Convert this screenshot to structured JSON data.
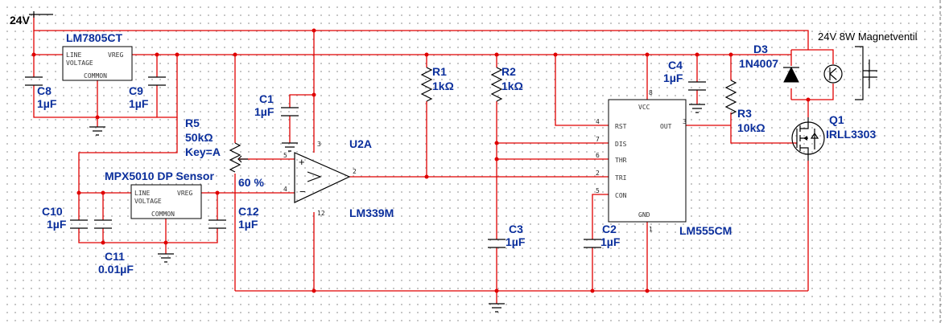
{
  "supply": {
    "label": "24V"
  },
  "load": {
    "label": "24V 8W Magnetventil"
  },
  "regulator_main": {
    "ref": "LM7805CT",
    "pin_line": "LINE",
    "pin_vreg": "VREG",
    "pin_voltage": "VOLTAGE",
    "pin_common": "COMMON"
  },
  "sensor": {
    "ref": "MPX5010 DP Sensor",
    "pin_line": "LINE",
    "pin_vreg": "VREG",
    "pin_voltage": "VOLTAGE",
    "pin_common": "COMMON"
  },
  "comparator": {
    "ref": "U2A",
    "part": "LM339M",
    "pin_vcc": "3",
    "pin_plus": "5",
    "pin_minus": "4",
    "pin_out": "2",
    "pin_gnd": "12"
  },
  "timer": {
    "part": "LM555CM",
    "pins": {
      "vcc": "8",
      "rst": "4",
      "dis": "7",
      "thr": "6",
      "tri": "2",
      "con": "5",
      "out": "3",
      "gnd": "1"
    },
    "labels": {
      "vcc": "VCC",
      "rst": "RST",
      "dis": "DIS",
      "thr": "THR",
      "tri": "TRI",
      "con": "CON",
      "out": "OUT",
      "gnd": "GND"
    }
  },
  "potentiometer": {
    "ref": "R5",
    "value": "50kΩ",
    "key": "Key=A",
    "setting": "60 %"
  },
  "capacitors": {
    "c1": {
      "ref": "C1",
      "value": "1µF"
    },
    "c2": {
      "ref": "C2",
      "value": "1µF"
    },
    "c3": {
      "ref": "C3",
      "value": "1µF"
    },
    "c4": {
      "ref": "C4",
      "value": "1µF"
    },
    "c8": {
      "ref": "C8",
      "value": "1µF"
    },
    "c9": {
      "ref": "C9",
      "value": "1µF"
    },
    "c10": {
      "ref": "C10",
      "value": "1µF"
    },
    "c11": {
      "ref": "C11",
      "value": "0.01µF"
    },
    "c12": {
      "ref": "C12",
      "value": "1µF"
    }
  },
  "resistors": {
    "r1": {
      "ref": "R1",
      "value": "1kΩ"
    },
    "r2": {
      "ref": "R2",
      "value": "1kΩ"
    },
    "r3": {
      "ref": "R3",
      "value": "10kΩ"
    }
  },
  "diode": {
    "ref": "D3",
    "part": "1N4007"
  },
  "mosfet": {
    "ref": "Q1",
    "part": "IRLL3303"
  },
  "colors": {
    "wire": "#e00000",
    "label": "#0b2f9c",
    "symbol": "#000000",
    "grid": "#b9b9b9"
  }
}
